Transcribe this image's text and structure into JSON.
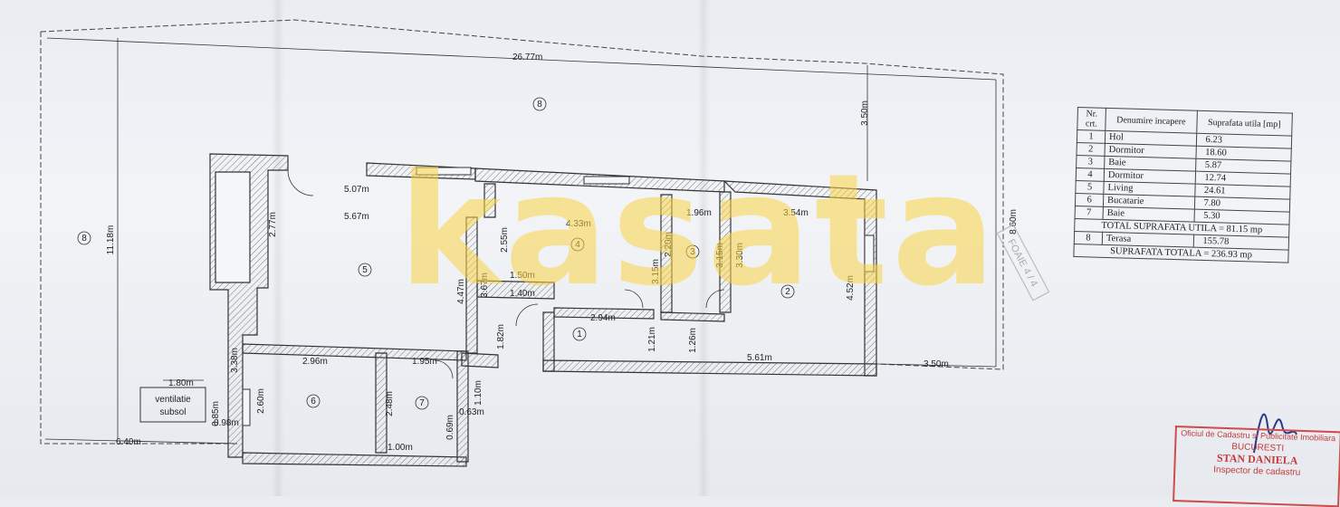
{
  "watermark": "kasata",
  "dimensions": {
    "top_total": "26.77m",
    "left_height": "11.18m",
    "right_top": "3.50m",
    "right_height": "8.60m",
    "right_bottom": "3.50m",
    "bottom_left": "6.40m",
    "d_507": "5.07m",
    "d_567": "5.67m",
    "d_277": "2.77m",
    "d_433": "4.33m",
    "d_255": "2.55m",
    "d_196": "1.96m",
    "d_354": "3.54m",
    "d_220": "2.20m",
    "d_315a": "3.15m",
    "d_315b": "3.15m",
    "d_330": "3.30m",
    "d_452": "4.52m",
    "d_447": "4.47m",
    "d_367": "3.67m",
    "d_150": "1.50m",
    "d_140": "1.40m",
    "d_182": "1.82m",
    "d_294": "2.94m",
    "d_121": "1.21m",
    "d_126": "1.26m",
    "d_561": "5.61m",
    "d_338": "3.38m",
    "d_296": "2.96m",
    "d_195": "1.95m",
    "d_110": "1.10m",
    "d_063": "0.63m",
    "d_248": "2.48m",
    "d_069": "0.69m",
    "d_100": "1.00m",
    "d_260": "2.60m",
    "d_180": "1.80m",
    "d_085": "0.85m",
    "d_098": "0.98m"
  },
  "room_markers": [
    "1",
    "2",
    "3",
    "4",
    "5",
    "6",
    "7",
    "8"
  ],
  "ventilation": {
    "line1": "ventilatie",
    "line2": "subsol"
  },
  "side_label": "FOAIE 4 / 4",
  "table": {
    "headers": [
      "Nr. crt.",
      "Denumire incapere",
      "Suprafata utila [mp]"
    ],
    "rows": [
      {
        "nr": "1",
        "name": "Hol",
        "area": "6.23"
      },
      {
        "nr": "2",
        "name": "Dormitor",
        "area": "18.60"
      },
      {
        "nr": "3",
        "name": "Baie",
        "area": "5.87"
      },
      {
        "nr": "4",
        "name": "Dormitor",
        "area": "12.74"
      },
      {
        "nr": "5",
        "name": "Living",
        "area": "24.61"
      },
      {
        "nr": "6",
        "name": "Bucatarie",
        "area": "7.80"
      },
      {
        "nr": "7",
        "name": "Baie",
        "area": "5.30"
      }
    ],
    "total_util": "TOTAL SUPRAFATA UTILA = 81.15 mp",
    "terrace": {
      "nr": "8",
      "name": "Terasa",
      "area": "155.78"
    },
    "total": "SUPRAFATA TOTALA = 236.93 mp"
  },
  "stamp": {
    "line1": "Oficiul de Cadastru si Publicitate Imobiliara",
    "line2": "BUCURESTI",
    "line3": "STAN DANIELA",
    "line4": "Inspector de cadastru"
  },
  "colors": {
    "wall": "#333333",
    "hatch": "#777777",
    "watermark": "#fad446",
    "stamp": "#d24b4b"
  }
}
